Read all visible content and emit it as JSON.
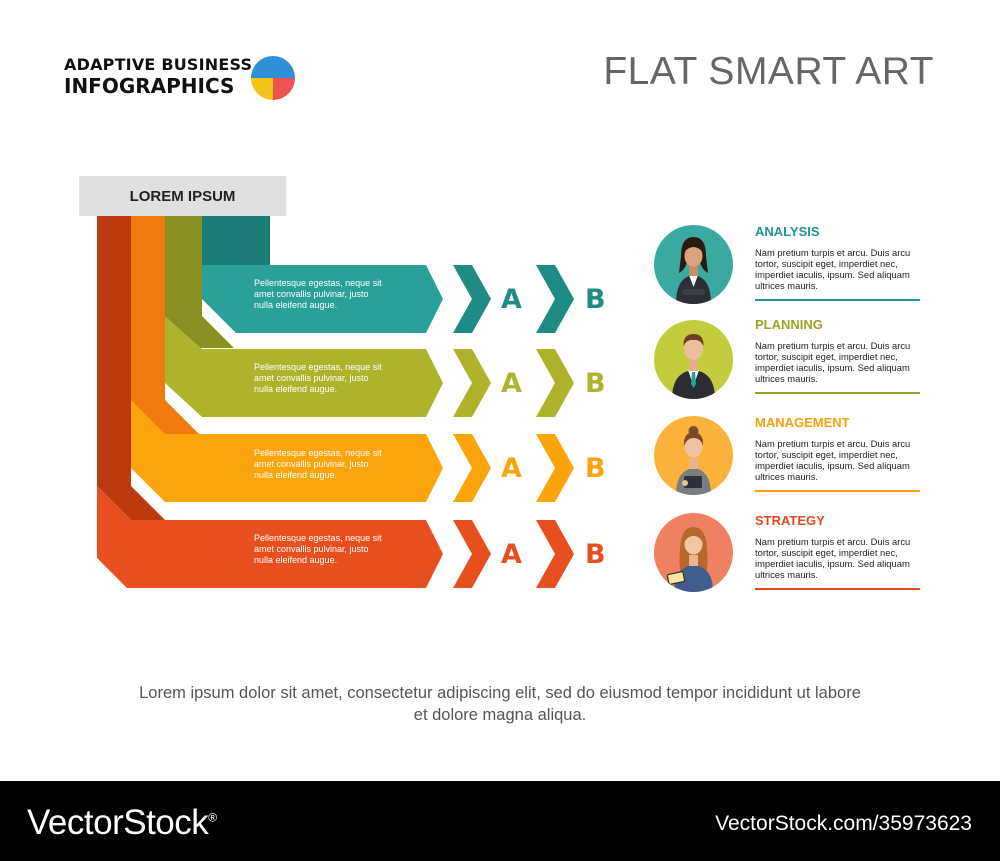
{
  "brand": {
    "line1": "ADAPTIVE BUSINESS",
    "line2": "INFOGRAPHICS",
    "logo_colors": [
      "#f0c419",
      "#2f8fd8",
      "#ef5350"
    ]
  },
  "title": "FLAT SMART ART",
  "diagram": {
    "header": "LOREM IPSUM",
    "rows": [
      {
        "color": "#2aa198",
        "dark": "#1b7d76",
        "text": "Pellentesque egestas, neque sit amet convallis pulvinar, justo nulla eleifend augue.",
        "a": "A",
        "b": "B"
      },
      {
        "color": "#adb42c",
        "dark": "#8a8f22",
        "text": "Pellentesque egestas, neque sit amet convallis pulvinar, justo nulla eleifend augue.",
        "a": "A",
        "b": "B"
      },
      {
        "color": "#fba40b",
        "dark": "#f07a10",
        "text": "Pellentesque egestas, neque sit amet convallis pulvinar, justo nulla eleifend augue.",
        "a": "A",
        "b": "B"
      },
      {
        "color": "#e84f1f",
        "dark": "#bd3a10",
        "text": "Pellentesque egestas, neque sit amet convallis pulvinar, justo nulla eleifend augue.",
        "a": "A",
        "b": "B"
      }
    ]
  },
  "side": [
    {
      "title": "ANALYSIS",
      "color": "#1f968c",
      "desc": "Nam pretium turpis et arcu. Duis arcu tortor, suscipit eget, imperdiet nec, imperdiet iaculis, ipsum. Sed aliquam ultrices mauris.",
      "avatar_bg": "#3aa9a0",
      "icon": "businesswoman-icon"
    },
    {
      "title": "PLANNING",
      "color": "#9aa224",
      "desc": "Nam pretium turpis et arcu. Duis arcu tortor, suscipit eget, imperdiet nec, imperdiet iaculis, ipsum. Sed aliquam ultrices mauris.",
      "avatar_bg": "#c3cc3c",
      "icon": "businessman-icon"
    },
    {
      "title": "MANAGEMENT",
      "color": "#f5a00c",
      "desc": "Nam pretium turpis et arcu. Duis arcu tortor, suscipit eget, imperdiet nec, imperdiet iaculis, ipsum. Sed aliquam ultrices mauris.",
      "avatar_bg": "#fbb23a",
      "icon": "woman-with-tablet-icon"
    },
    {
      "title": "STRATEGY",
      "color": "#e2491c",
      "desc": "Nam pretium turpis et arcu. Duis arcu tortor, suscipit eget, imperdiet nec, imperdiet iaculis, ipsum. Sed aliquam ultrices mauris.",
      "avatar_bg": "#f08062",
      "icon": "woman-with-notebook-icon"
    }
  ],
  "caption": "Lorem ipsum dolor sit amet, consectetur adipiscing elit, sed do eiusmod tempor incididunt ut labore et dolore magna aliqua.",
  "footer": {
    "logo": "VectorStock",
    "registered_mark": "®",
    "id_text": "VectorStock.com/35973623"
  }
}
